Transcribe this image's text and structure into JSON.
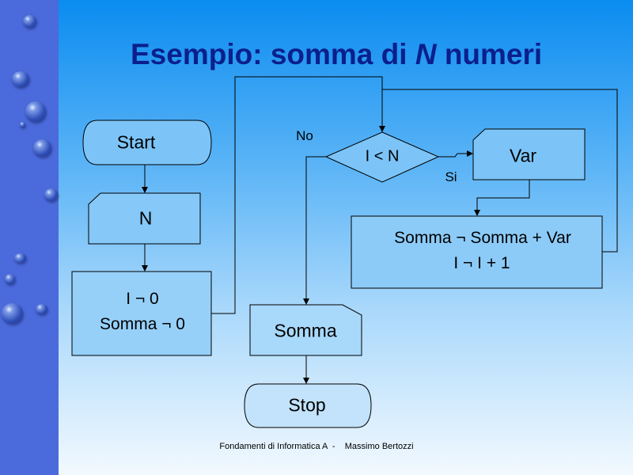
{
  "slide": {
    "title_pre": "Esempio: somma di ",
    "title_var": "N",
    "title_post": " numeri",
    "footer": "Fondamenti di Informatica A  -    Massimo Bertozzi"
  },
  "flowchart": {
    "start": "Start",
    "input_n": "N",
    "init_line1": "I ¬  0",
    "init_line2": "Somma ¬  0",
    "condition": "I < N",
    "branch_no": "No",
    "branch_yes": "Si",
    "input_var": "Var",
    "update_line1": "Somma ¬  Somma + Var",
    "update_line2": "I ¬  I + 1",
    "output_somma": "Somma",
    "stop": "Stop"
  }
}
